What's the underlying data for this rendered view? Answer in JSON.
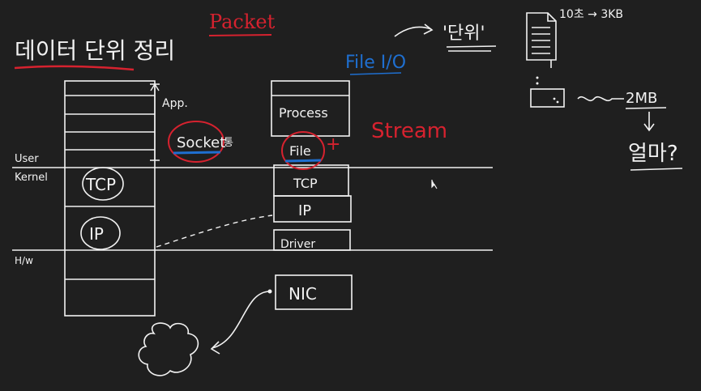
{
  "colors": {
    "background": "#1f1f1f",
    "ink": "#f2f2f2",
    "red": "#d6222f",
    "blue": "#1f6fd0"
  },
  "header": {
    "title": "데이터 단위 정리",
    "packet_label": "Packet"
  },
  "layers": {
    "user": "User",
    "kernel": "Kernel",
    "hw": "H/w"
  },
  "stack_left": {
    "tcp": "TCP",
    "ip": "IP",
    "app_label": "App.",
    "socket_label": "Socket",
    "socket_suffix": "통"
  },
  "stack_right": {
    "process": "Process",
    "file": "File",
    "tcp": "TCP",
    "ip": "IP",
    "driver": "Driver",
    "nic": "NIC"
  },
  "annotations": {
    "file_io": "File I/O",
    "stream": "Stream",
    "plus": "+",
    "quote_word": "'단위'",
    "doc_size": "10초 → 3KB",
    "size_2mb": "2MB",
    "question": "얼마?"
  },
  "icons": {
    "document": "document-icon",
    "cloud": "cloud-icon",
    "box": "storage-box-icon"
  }
}
